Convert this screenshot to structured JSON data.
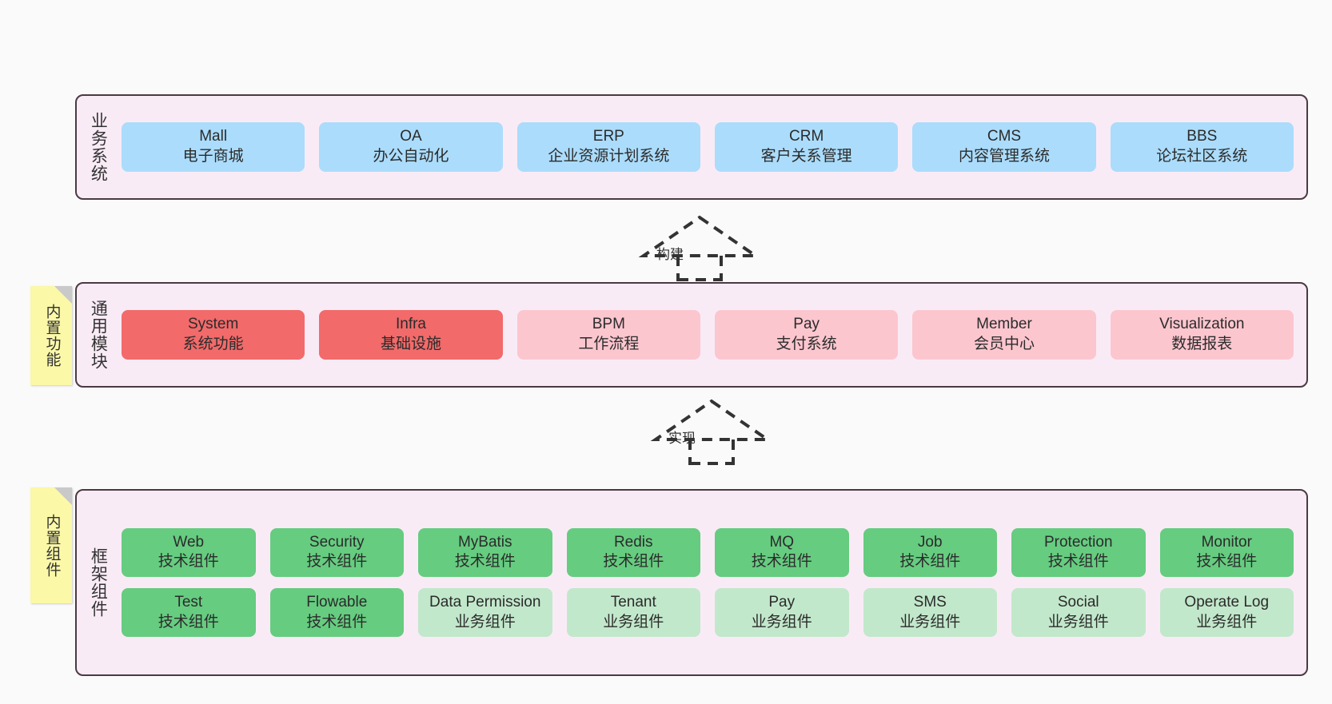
{
  "page": {
    "background": "#fafafa",
    "band_background": "#f9ebf6",
    "band_border": "#4a3a42"
  },
  "colors": {
    "blue": "#abdcfb",
    "red": "#f26a6a",
    "pink": "#fcc6cf",
    "green": "#66cc80",
    "green_light": "#c2e8cb",
    "sticky": "#fbf8a8",
    "fold": "#c9c9c9"
  },
  "layers": [
    {
      "id": "business-system",
      "label": "业务系统",
      "rows": [
        [
          {
            "name": "Mall",
            "desc": "电子商城",
            "color": "blue"
          },
          {
            "name": "OA",
            "desc": "办公自动化",
            "color": "blue"
          },
          {
            "name": "ERP",
            "desc": "企业资源计划系统",
            "color": "blue"
          },
          {
            "name": "CRM",
            "desc": "客户关系管理",
            "color": "blue"
          },
          {
            "name": "CMS",
            "desc": "内容管理系统",
            "color": "blue"
          },
          {
            "name": "BBS",
            "desc": "论坛社区系统",
            "color": "blue"
          }
        ]
      ]
    },
    {
      "id": "common-module",
      "label": "通用模块",
      "sticky": "内置功能",
      "rows": [
        [
          {
            "name": "System",
            "desc": "系统功能",
            "color": "red"
          },
          {
            "name": "Infra",
            "desc": "基础设施",
            "color": "red"
          },
          {
            "name": "BPM",
            "desc": "工作流程",
            "color": "pink"
          },
          {
            "name": "Pay",
            "desc": "支付系统",
            "color": "pink"
          },
          {
            "name": "Member",
            "desc": "会员中心",
            "color": "pink"
          },
          {
            "name": "Visualization",
            "desc": "数据报表",
            "color": "pink"
          }
        ]
      ]
    },
    {
      "id": "framework-component",
      "label": "框架组件",
      "sticky": "内置组件",
      "rows": [
        [
          {
            "name": "Web",
            "desc": "技术组件",
            "color": "green"
          },
          {
            "name": "Security",
            "desc": "技术组件",
            "color": "green"
          },
          {
            "name": "MyBatis",
            "desc": "技术组件",
            "color": "green"
          },
          {
            "name": "Redis",
            "desc": "技术组件",
            "color": "green"
          },
          {
            "name": "MQ",
            "desc": "技术组件",
            "color": "green"
          },
          {
            "name": "Job",
            "desc": "技术组件",
            "color": "green"
          },
          {
            "name": "Protection",
            "desc": "技术组件",
            "color": "green"
          },
          {
            "name": "Monitor",
            "desc": "技术组件",
            "color": "green"
          }
        ],
        [
          {
            "name": "Test",
            "desc": "技术组件",
            "color": "green"
          },
          {
            "name": "Flowable",
            "desc": "技术组件",
            "color": "green"
          },
          {
            "name": "Data Permission",
            "desc": "业务组件",
            "color": "green_light",
            "wrap": true
          },
          {
            "name": "Tenant",
            "desc": "业务组件",
            "color": "green_light"
          },
          {
            "name": "Pay",
            "desc": "业务组件",
            "color": "green_light"
          },
          {
            "name": "SMS",
            "desc": "业务组件",
            "color": "green_light"
          },
          {
            "name": "Social",
            "desc": "业务组件",
            "color": "green_light"
          },
          {
            "name": "Operate Log",
            "desc": "业务组件",
            "color": "green_light"
          }
        ]
      ]
    }
  ],
  "connectors": [
    {
      "id": "build",
      "label": "构建"
    },
    {
      "id": "implement",
      "label": "实现"
    }
  ]
}
